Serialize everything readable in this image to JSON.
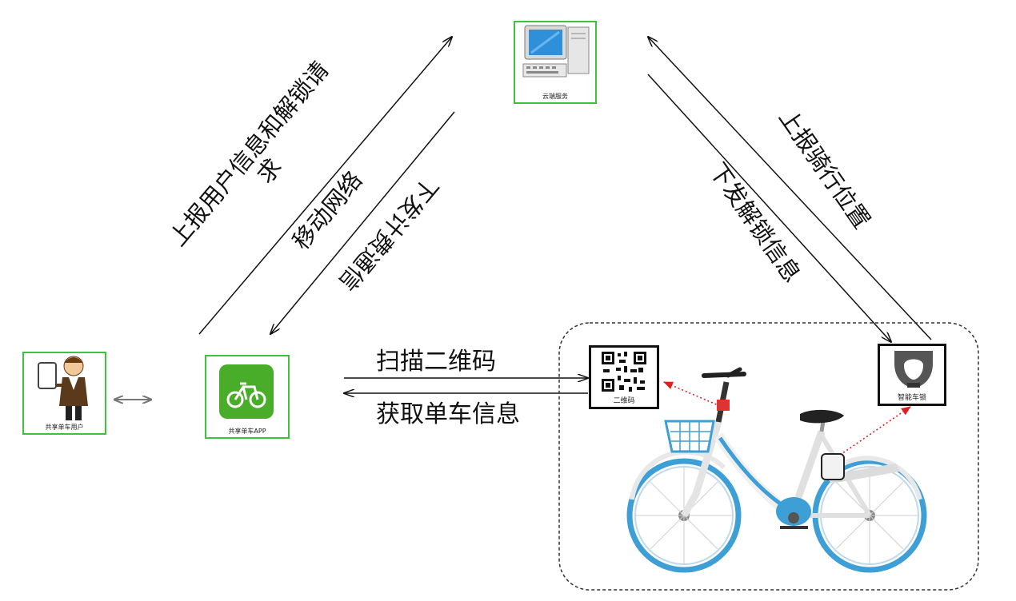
{
  "nodes": {
    "server_caption": "云端服务",
    "user_caption": "共享单车用户",
    "app_caption": "共享单车APP",
    "qr_caption": "二维码",
    "lock_caption": "智能车锁"
  },
  "edges": {
    "app_to_server": "上报用户信息和解锁请求",
    "server_to_app": "下发计费通信",
    "network": "移动网络",
    "bike_to_server": "上报骑行位置",
    "server_to_bike": "下发解锁信息",
    "scan_qr": "扫描二维码",
    "get_bike_info": "获取单车信息"
  },
  "colors": {
    "node_border": "#3cc23c",
    "app_green": "#4aad2a",
    "bike_blue": "#3e9fd6",
    "arrow_red": "#e02020"
  }
}
